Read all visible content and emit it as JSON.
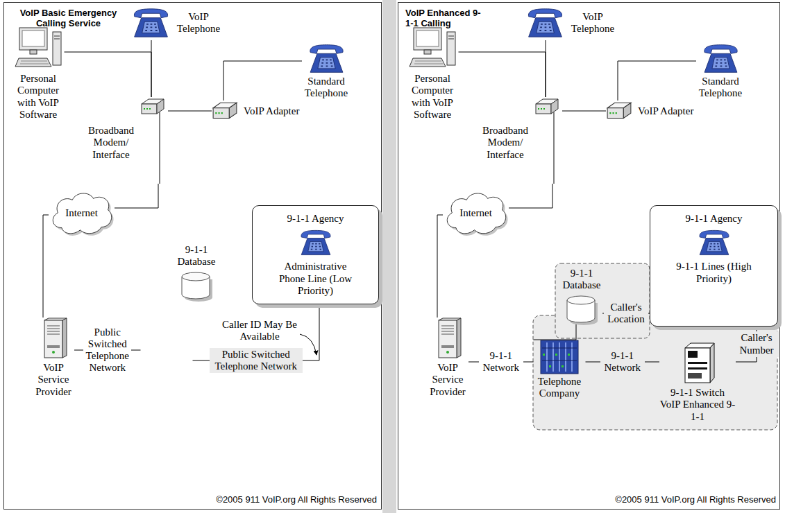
{
  "diagram": {
    "nodes": [
      {
        "text": [
          "VoIP Basic Emergency Calling Service"
        ]
      },
      {
        "text": [
          "Personal Computer with VoIP Software"
        ],
        "in": 0
      },
      {
        "text": [
          "VoIP Telephone"
        ],
        "in": 0
      },
      {
        "text": [
          "Standard Telephone"
        ],
        "in": 0
      },
      {
        "text": [
          "Broadband Modem/ Interface"
        ],
        "in": 0
      },
      {
        "text": [
          "VoIP Adapter"
        ],
        "in": 0
      },
      {
        "text": [
          "Internet"
        ],
        "in": 0
      },
      {
        "text": [
          "9-1-1 Database"
        ],
        "in": 0
      },
      {
        "text": [
          "9-1-1 Agency",
          "Administrative Phone Line (Low Priority)"
        ],
        "in": 0
      },
      {
        "text": [
          "VoIP Basic Emergency Calling Service"
        ],
        "in": 0
      },
      {
        "text": [
          "Telephone Company"
        ],
        "in": 9
      },
      {
        "text": [
          "VoIP Service Provider"
        ],
        "in": 0
      },
      {
        "text": [
          "VoIP Enhanced 9-1-1 Calling"
        ]
      },
      {
        "text": [
          "Personal Computer with VoIP Software"
        ],
        "in": 12
      },
      {
        "text": [
          "VoIP Telephone"
        ],
        "in": 12
      },
      {
        "text": [
          "Standard Telephone"
        ],
        "in": 12
      },
      {
        "text": [
          "Broadband Modem/ Interface"
        ],
        "in": 12
      },
      {
        "text": [
          "VoIP Adapter"
        ],
        "in": 12
      },
      {
        "text": [
          "Internet"
        ],
        "in": 12
      },
      {
        "text": [
          "9-1-1 Database"
        ],
        "in": 12
      },
      {
        "text": [
          "9-1-1 Agency",
          "9-1-1 Lines (High Priority)"
        ],
        "in": 12
      },
      {
        "text": [
          "Telephone Company"
        ],
        "in": 12
      },
      {
        "text": [
          "9-1-1 Switch VoIP Enhanced 9-1-1"
        ],
        "in": 12
      },
      {
        "text": [
          "VoIP Service Provider"
        ],
        "in": 12
      }
    ],
    "edges": [
      {
        "from": 1,
        "to": 4,
        "arrow": "none"
      },
      {
        "from": 2,
        "to": 4,
        "arrow": "none"
      },
      {
        "from": 4,
        "to": 5,
        "arrow": "none"
      },
      {
        "from": 5,
        "to": 3,
        "arrow": "none"
      },
      {
        "from": 4,
        "to": 6,
        "arrow": "none"
      },
      {
        "from": 6,
        "to": 11,
        "arrow": "none"
      },
      {
        "from": 11,
        "to": 10,
        "label": "Public Switched Telephone Network",
        "arrow": "none"
      },
      {
        "from": 10,
        "to": 8,
        "label": "Public Switched Telephone Network",
        "arrow": "none"
      },
      {
        "from": 13,
        "to": 16,
        "arrow": "none"
      },
      {
        "from": 14,
        "to": 16,
        "arrow": "none"
      },
      {
        "from": 16,
        "to": 17,
        "arrow": "none"
      },
      {
        "from": 17,
        "to": 15,
        "arrow": "none"
      },
      {
        "from": 16,
        "to": 18,
        "arrow": "none"
      },
      {
        "from": 18,
        "to": 23,
        "arrow": "none"
      },
      {
        "from": 23,
        "to": 21,
        "label": "9-1-1 Network",
        "arrow": "none"
      },
      {
        "from": 21,
        "to": 22,
        "label": "9-1-1 Network",
        "arrow": "none"
      },
      {
        "from": 22,
        "to": 20,
        "label": "Caller's Number",
        "arrow": "none"
      },
      {
        "from": 19,
        "to": 21,
        "arrow": "none"
      },
      {
        "from": 19,
        "to": 20,
        "label": "Caller's Location",
        "arrow": "none"
      }
    ],
    "labels": [
      "Caller ID May Be Available",
      "©2005 911 VoIP.org All Rights Reserved",
      "©2005 911 VoIP.org All Rights Reserved"
    ]
  }
}
